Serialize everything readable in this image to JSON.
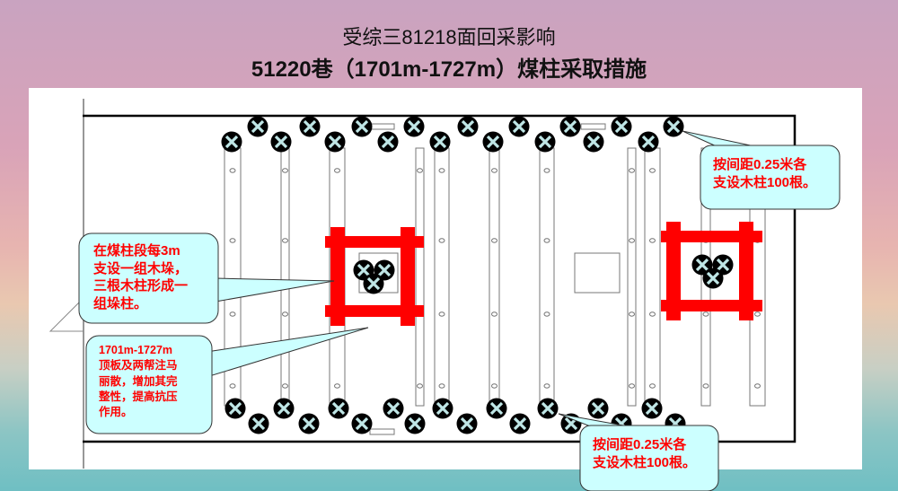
{
  "title": {
    "line1": "受综三81218面回采影响",
    "line2": "51220巷（1701m-1727m）煤柱采取措施"
  },
  "callouts": {
    "crib": [
      "在煤柱段每3m",
      "支设一组木垛，",
      "三根木柱形成一",
      "组垛柱。"
    ],
    "grout": [
      "1701m-1727m",
      "顶板及两帮注马",
      "丽散，增加其完",
      "整性，提高抗压",
      "作用。"
    ],
    "props_top": [
      "按间距0.25米各",
      "支设木柱100根。"
    ],
    "props_bottom": [
      "按间距0.25米各",
      "支设木柱100根。"
    ]
  },
  "colors": {
    "callout_fill": "#ccffff",
    "callout_text": "#ff0000",
    "crib_frame": "#ff0000",
    "prop_fill": "#000000",
    "prop_cross": "#bfe6e6"
  }
}
